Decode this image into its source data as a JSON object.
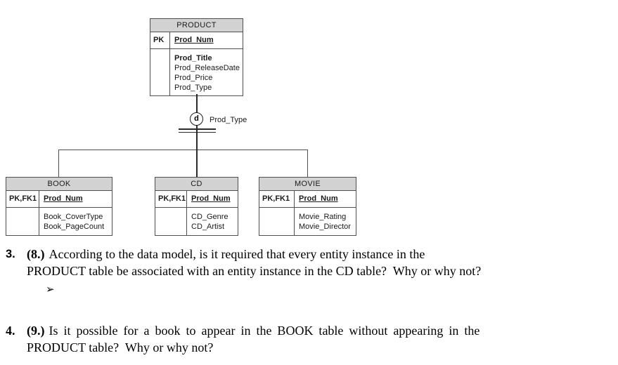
{
  "diagram": {
    "subtype": {
      "circle": "d",
      "label": "Prod_Type"
    },
    "tables": {
      "product": {
        "name": "PRODUCT",
        "key": "PK",
        "pk": "Prod_Num",
        "attr1": "Prod_Title",
        "attr2": "Prod_ReleaseDate",
        "attr3": "Prod_Price",
        "attr4": "Prod_Type"
      },
      "book": {
        "name": "BOOK",
        "key": "PK,FK1",
        "pk": "Prod_Num",
        "attr1": "Book_CoverType",
        "attr2": "Book_PageCount"
      },
      "cd": {
        "name": "CD",
        "key": "PK,FK1",
        "pk": "Prod_Num",
        "attr1": "CD_Genre",
        "attr2": "CD_Artist"
      },
      "movie": {
        "name": "MOVIE",
        "key": "PK,FK1",
        "pk": "Prod_Num",
        "attr1": "Movie_Rating",
        "attr2": "Movie_Director"
      }
    },
    "colors": {
      "header_fill": "#d2d2d2",
      "border": "#4f4f51",
      "line": "#2a2a2a"
    }
  },
  "questions": {
    "q3": {
      "number": "3.",
      "prefix": "(8.)",
      "line1": "According to the data model, is it required that every entity instance in the",
      "line2": "PRODUCT table be associated with an entity instance in the CD table?  Why or why not?",
      "bullet": "➢"
    },
    "q4": {
      "number": "4.",
      "prefix": "(9.)",
      "line1": "Is it possible for a book to appear in the BOOK table without appearing in the",
      "line2": "PRODUCT table?  Why or why not?"
    }
  }
}
